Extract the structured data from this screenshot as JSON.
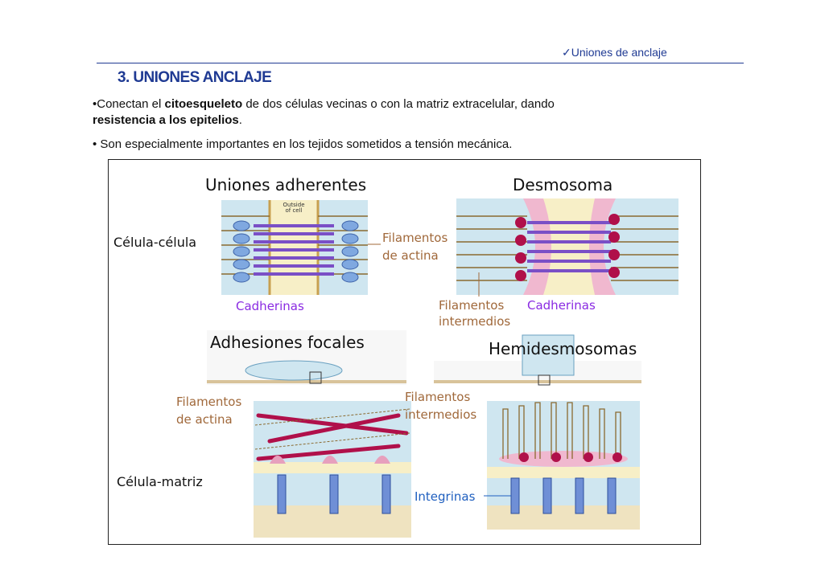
{
  "header": {
    "section_label": "✓Uniones de anclaje"
  },
  "slide": {
    "title": "3. UNIONES ANCLAJE",
    "bullet1": {
      "prefix": "•Conectan el ",
      "bold1": "citoesqueleto",
      "middle": " de dos células vecinas o con la matriz extracelular, dando ",
      "bold2": "resistencia a los epitelios",
      "suffix": "."
    },
    "bullet2": "• Son especialmente importantes en los tejidos sometidos a tensión mecánica."
  },
  "figure": {
    "titles": {
      "adherentes": "Uniones adherentes",
      "desmosoma": "Desmosoma",
      "focales": "Adhesiones focales",
      "hemidesmosomas": "Hemidesmosomas"
    },
    "row_labels": {
      "celula_celula": "Célula-célula",
      "celula_matriz": "Célula-matriz"
    },
    "labels": {
      "filamentos_actina_1": "Filamentos",
      "filamentos_actina_1b": "de actina",
      "cadherinas_1": "Cadherinas",
      "filamentos_intermedios_1": "Filamentos",
      "filamentos_intermedios_1b": "intermedios",
      "cadherinas_2": "Cadherinas",
      "filamentos_actina_2": "Filamentos",
      "filamentos_actina_2b": "de actina",
      "filamentos_intermedios_2": "Filamentos",
      "filamentos_intermedios_2b": "intermedios",
      "integrinas": "Integrinas",
      "outside_cell_1": "Outside",
      "outside_cell_2": "of cell"
    },
    "colors": {
      "brown_label": "#a0683a",
      "purple_label": "#8a2be2",
      "blue_label": "#1f5fbf",
      "cell_bg": "#cfe6f0",
      "extracellular": "#f7efc7",
      "cadherin_purple": "#7a4fc6",
      "plaque_red": "#b0104a",
      "integrin_blue": "#6f8fd6"
    }
  }
}
